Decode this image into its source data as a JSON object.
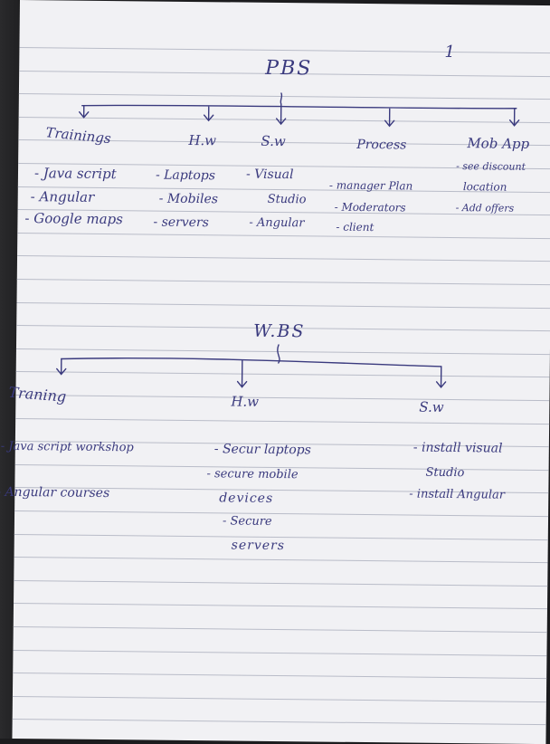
{
  "page_number": "1",
  "pbs": {
    "title": "PBS",
    "categories": [
      {
        "label": "Trainings",
        "items": [
          "- Java script",
          "- Angular",
          "- Google maps"
        ]
      },
      {
        "label": "H.w",
        "items": [
          "- Laptops",
          "- Mobiles",
          "- servers"
        ]
      },
      {
        "label": "S.w",
        "items": [
          "- Visual",
          "Studio",
          "- Angular"
        ]
      },
      {
        "label": "Process",
        "items": [
          "- manager Plan",
          "- Moderators",
          "- client"
        ]
      },
      {
        "label": "Mob App",
        "items": [
          "- see discount",
          "location",
          "- Add offers"
        ]
      }
    ]
  },
  "wbs": {
    "title": "W.BS",
    "categories": [
      {
        "label": "Traning",
        "items": [
          "- Java script workshop",
          "- Angular courses"
        ]
      },
      {
        "label": "H.w",
        "items": [
          "- Secur laptops",
          "- secure mobile",
          "devices",
          "- Secure",
          "servers"
        ]
      },
      {
        "label": "S.w",
        "items": [
          "- install visual",
          "Studio",
          "- install Angular"
        ]
      }
    ]
  },
  "colors": {
    "ink": "#3a3a7e",
    "paper": "#f1f1f4",
    "rule": "#b9bcc8",
    "margin": "#d7a0a8"
  }
}
